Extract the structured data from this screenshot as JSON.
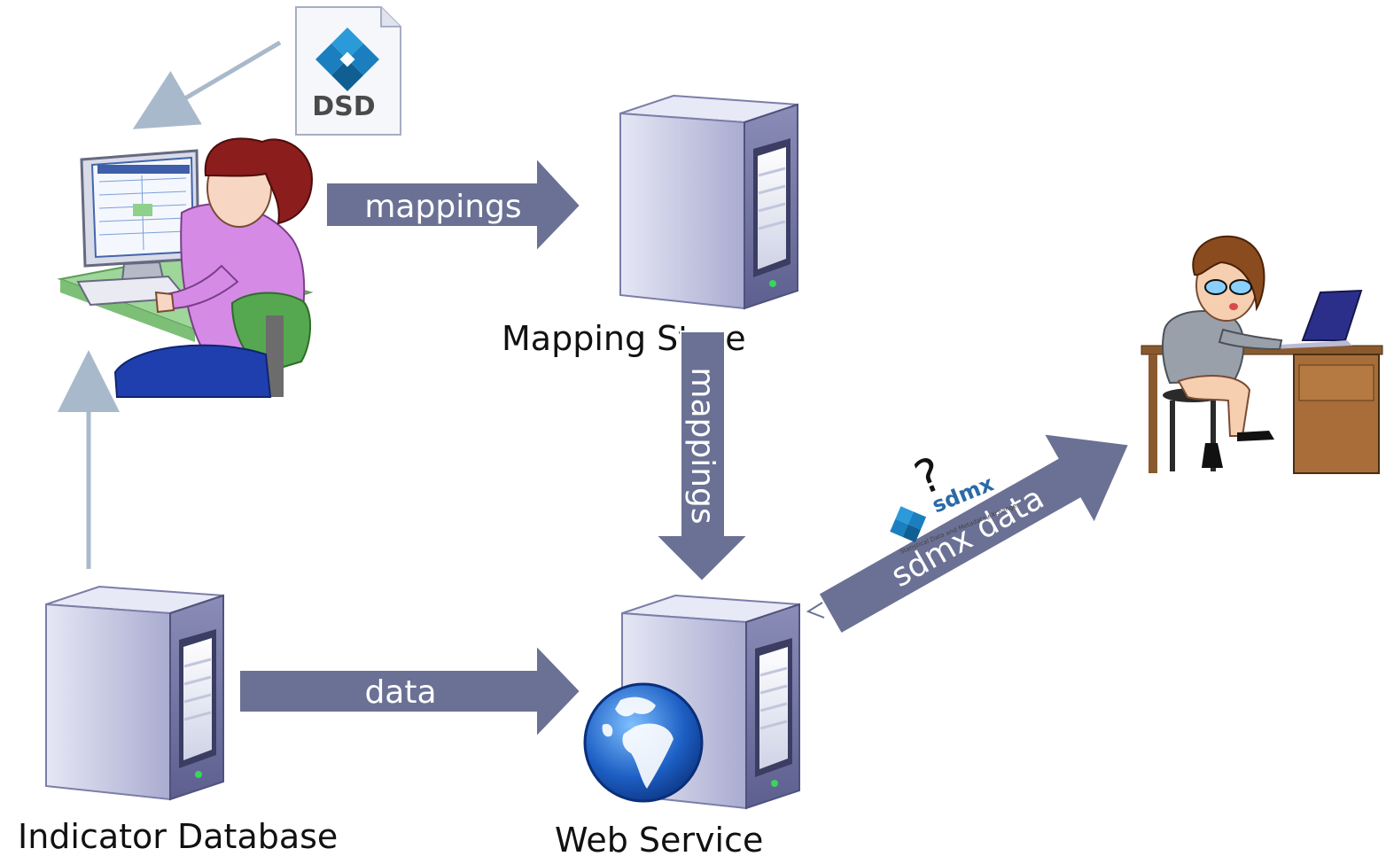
{
  "nodes": {
    "indicator_database": "Indicator Database",
    "web_service": "Web Service",
    "mapping_store": "Mapping Store"
  },
  "arrows": {
    "top_mappings": "mappings",
    "vertical_mappings": "mappings",
    "data": "data",
    "sdmx_data": "sdmx data"
  },
  "icons": {
    "dsd_label": "DSD",
    "sdmx_logo_text": "sdmx",
    "sdmx_logo_question": "?",
    "sdmx_logo_tagline": "Statistical Data and Metadata eXchange"
  },
  "colors": {
    "arrow_fill": "#6b7194",
    "server_body": "#c9cbe6",
    "globe_blue": "#1d5fc4",
    "thin_arrow": "#a9b9cc"
  }
}
